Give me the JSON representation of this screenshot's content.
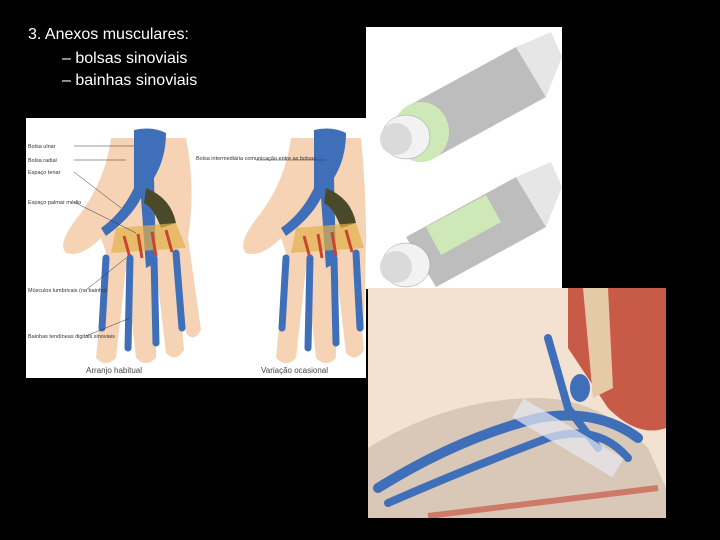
{
  "slide": {
    "title": "3.  Anexos musculares:",
    "bullets": [
      "– bolsas sinoviais",
      "– bainhas sinoviais"
    ],
    "text_color": "#FFFFFF",
    "background": "#000000"
  },
  "hands_figure": {
    "left_labels": [
      "Bolsa ulnar",
      "Bolsa radial",
      "Espaço tenar",
      "Espaço palmar médio",
      "Músculos lumbricais (na bainha)",
      "Bainhas tendíneas digitais sinoviais"
    ],
    "right_labels": [
      "Bolsa intermediária comunicação entre as bolsas"
    ],
    "caption_left": "Arranjo habitual",
    "caption_right": "Variação ocasional"
  },
  "colors": {
    "sheath_blue": "#3E6FB8",
    "skin": "#F6D3B4",
    "sheath_green": "#CFE8B8",
    "tendon": "#D0D0D0"
  }
}
